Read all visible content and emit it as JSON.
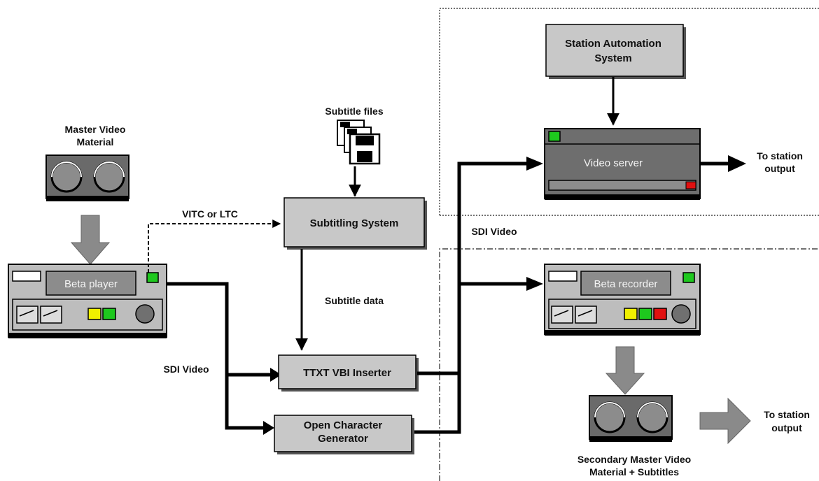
{
  "labels": {
    "master_video_1": "Master Video",
    "master_video_2": "Material",
    "subtitle_files": "Subtitle files",
    "vitc_ltc": "VITC or LTC",
    "subtitle_data": "Subtitle data",
    "sdi_video_left": "SDI Video",
    "sdi_video_mid": "SDI Video",
    "to_station_output_1a": "To station",
    "to_station_output_1b": "output",
    "to_station_output_2a": "To station",
    "to_station_output_2b": "output",
    "secondary_master_1": "Secondary Master Video",
    "secondary_master_2": "Material + Subtitles"
  },
  "boxes": {
    "subtitling_system": "Subtitling System",
    "ttxt_inserter": "TTXT VBI Inserter",
    "ocg_line1": "Open Character",
    "ocg_line2": "Generator",
    "station_automation_1": "Station Automation",
    "station_automation_2": "System"
  },
  "devices": {
    "beta_player": "Beta player",
    "beta_recorder": "Beta recorder",
    "video_server": "Video server"
  },
  "colors": {
    "box_fill": "#c8c8c8",
    "device_dark": "#707070",
    "indicator_green": "#1ec81e",
    "indicator_yellow": "#f0f000",
    "indicator_red": "#e01010",
    "arrow_grey": "#8a8a8a"
  }
}
